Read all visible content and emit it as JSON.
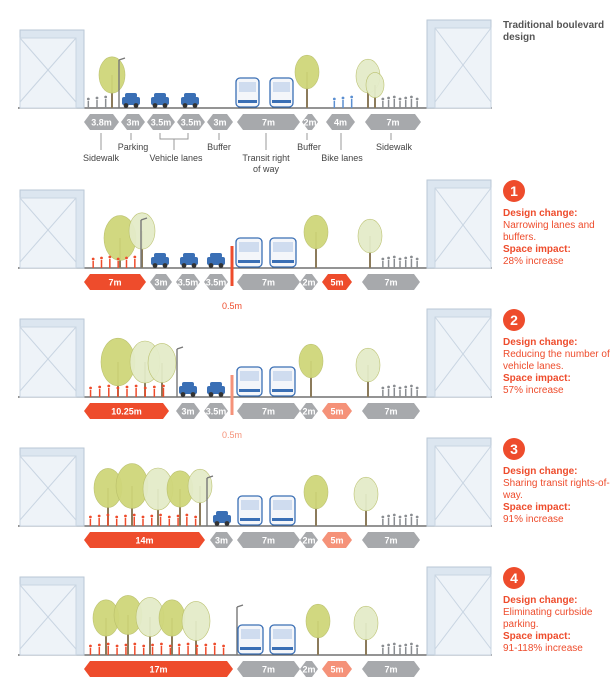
{
  "intro": {
    "title": "Traditional boulevard design"
  },
  "labels": {
    "design_change": "Design change:",
    "space_impact": "Space impact:"
  },
  "palette": {
    "gray_chip": "#a7a9ac",
    "red_chip": "#ee4c2c",
    "salmon_chip": "#f59279",
    "tree_yellow": "#cfd67a",
    "tree_green": "#e4ecc9",
    "car_blue": "#3a6fb5",
    "building": "#dce6f0",
    "accent": "#ee4c2c"
  },
  "row0_legend": [
    {
      "name": "legend-sidewalk",
      "text": "Sidewalk"
    },
    {
      "name": "legend-parking",
      "text": "Parking"
    },
    {
      "name": "legend-vehicle-lanes",
      "text": "Vehicle lanes"
    },
    {
      "name": "legend-buffer-left",
      "text": "Buffer"
    },
    {
      "name": "legend-transit",
      "text": "Transit right"
    },
    {
      "name": "legend-transit-2",
      "text": "of way"
    },
    {
      "name": "legend-buffer-right",
      "text": "Buffer"
    },
    {
      "name": "legend-bike-lanes",
      "text": "Bike lanes"
    },
    {
      "name": "legend-sidewalk-right",
      "text": "Sidewalk"
    }
  ],
  "rows": [
    {
      "chips": [
        {
          "text": "3.8m",
          "color": "gray"
        },
        {
          "text": "3m",
          "color": "gray"
        },
        {
          "text": "3.5m",
          "color": "gray"
        },
        {
          "text": "3.5m",
          "color": "gray"
        },
        {
          "text": "3m",
          "color": "gray"
        },
        {
          "text": "7m",
          "color": "gray"
        },
        {
          "text": "2m",
          "color": "gray"
        },
        {
          "text": "4m",
          "color": "gray"
        },
        {
          "text": "7m",
          "color": "gray"
        }
      ]
    },
    {
      "step": "1",
      "change": "Narrowing lanes and buffers.",
      "impact": "28% increase",
      "chips": [
        {
          "text": "7m",
          "color": "red"
        },
        {
          "text": "3m",
          "color": "gray"
        },
        {
          "text": "3.5m",
          "color": "gray"
        },
        {
          "text": "3.5m",
          "color": "gray"
        },
        {
          "text": "7m",
          "color": "gray"
        },
        {
          "text": "2m",
          "color": "gray"
        },
        {
          "text": "5m",
          "color": "red"
        },
        {
          "text": "7m",
          "color": "gray"
        }
      ],
      "buffer_note": "0.5m"
    },
    {
      "step": "2",
      "change": "Reducing the number of vehicle lanes.",
      "impact": "57% increase",
      "chips": [
        {
          "text": "10.25m",
          "color": "red"
        },
        {
          "text": "3m",
          "color": "gray"
        },
        {
          "text": "3.5m",
          "color": "gray"
        },
        {
          "text": "7m",
          "color": "gray"
        },
        {
          "text": "2m",
          "color": "gray"
        },
        {
          "text": "5m",
          "color": "salmon"
        },
        {
          "text": "7m",
          "color": "gray"
        }
      ],
      "buffer_note": "0.5m"
    },
    {
      "step": "3",
      "change": "Sharing transit rights-of-way.",
      "impact": "91% increase",
      "chips": [
        {
          "text": "14m",
          "color": "red"
        },
        {
          "text": "3m",
          "color": "gray"
        },
        {
          "text": "7m",
          "color": "gray"
        },
        {
          "text": "2m",
          "color": "gray"
        },
        {
          "text": "5m",
          "color": "salmon"
        },
        {
          "text": "7m",
          "color": "gray"
        }
      ]
    },
    {
      "step": "4",
      "change": "Eliminating curbside parking.",
      "impact": "91-118% increase",
      "chips": [
        {
          "text": "17m",
          "color": "red"
        },
        {
          "text": "7m",
          "color": "gray"
        },
        {
          "text": "2m",
          "color": "gray"
        },
        {
          "text": "5m",
          "color": "salmon"
        },
        {
          "text": "7m",
          "color": "gray"
        }
      ]
    }
  ]
}
